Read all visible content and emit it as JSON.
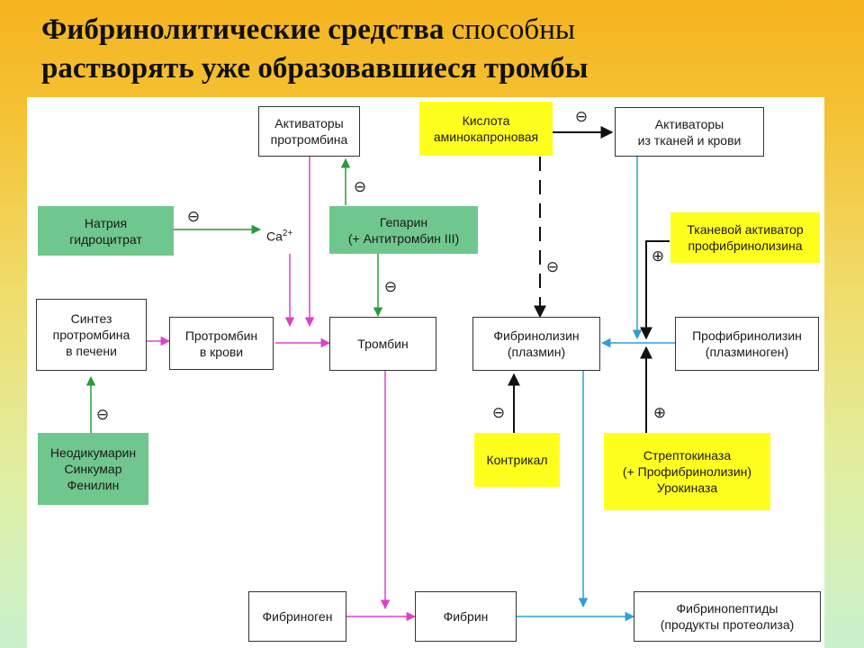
{
  "title": {
    "bold_part1": "Фибринолитические средства",
    "normal_part": "способны",
    "bold_part2": "растворять уже образовавшиеся тромбы"
  },
  "boxes": {
    "activators_prothrombin": "Активаторы\nпротромбина",
    "aminocaproic_acid": "Кислота\nаминокапроновая",
    "activators_tissue_blood": "Активаторы\nиз тканей и крови",
    "sodium_hydrocitrate": "Натрия\nгидроцитрат",
    "heparin": "Гепарин\n(+ Антитромбин III)",
    "tissue_activator": "Тканевой активатор\nпрофибринолизина",
    "prothrombin_synthesis": "Синтез\nпротромбина\nв печени",
    "prothrombin_blood": "Протромбин\nв крови",
    "thrombin": "Тромбин",
    "fibrinolysin": "Фибринолизин\n(плазмин)",
    "profibrinolysin": "Профибринолизин\n(плазминоген)",
    "anticoagulants": "Неодикумарин\nСинкумар\nФенилин",
    "contrical": "Контрикал",
    "streptokinase": "Стрептокиназа\n(+ Профибринолизин)\nУрокиназа",
    "fibrinogen": "Фибриноген",
    "fibrin": "Фибрин",
    "fibrinopeptides": "Фибринопептиды\n(продукты протеолиза)"
  },
  "calcium": {
    "base": "Ca",
    "charge": "2+"
  },
  "signs": {
    "minus": "⊖",
    "plus": "⊕"
  },
  "colors": {
    "green_box": "#6fc78d",
    "yellow_box": "#ffff1e",
    "magenta_arrow": "#e040c8",
    "blue_arrow": "#2aa0d8",
    "green_arrow": "#2a9a3a",
    "black_arrow": "#111111"
  }
}
